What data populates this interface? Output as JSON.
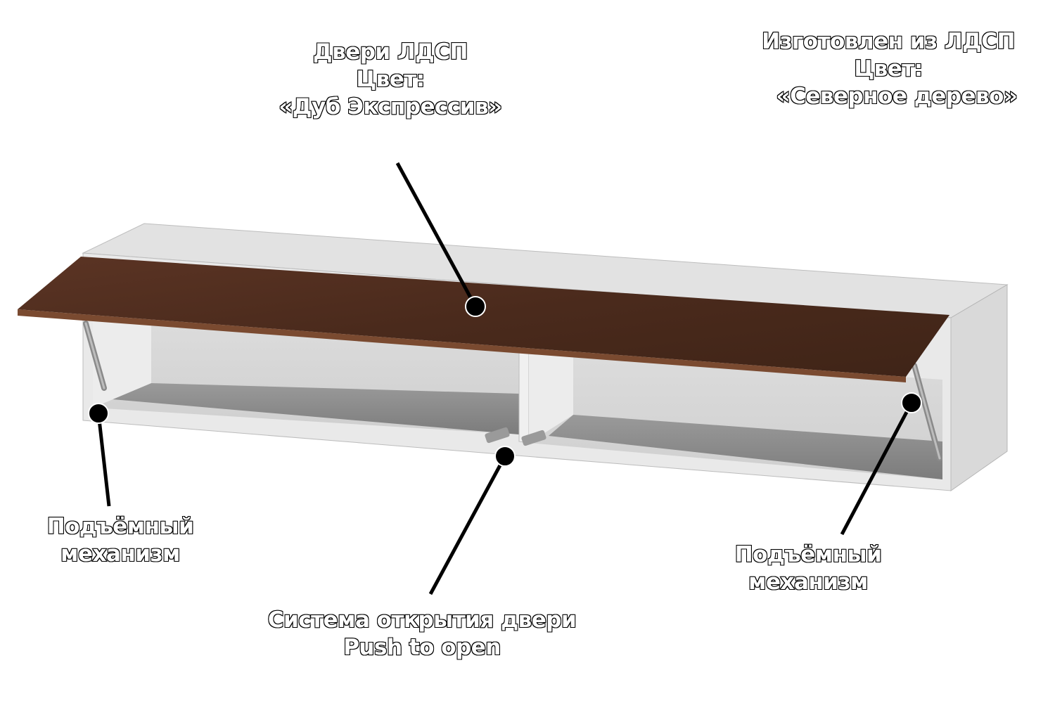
{
  "callouts": {
    "doors": {
      "line1": "Двери ЛДСП",
      "line2": "Цвет:",
      "line3": "«Дуб Экспрессив»"
    },
    "body": {
      "line1": "Изготовлен из ЛДСП",
      "line2": "Цвет:",
      "line3": "«Северное дерево»"
    },
    "lift_left": {
      "line1": "Подъёмный",
      "line2": "механизм"
    },
    "lift_right": {
      "line1": "Подъёмный",
      "line2": "механизм"
    },
    "push": {
      "line1": "Система открытия двери",
      "line2": "Push to open"
    }
  },
  "colors": {
    "door": "#4a2a1c",
    "door_edge": "#7a4a30",
    "body": "#e6e6e6",
    "body_side": "#d4d4d4",
    "interior": "#c8c8c8",
    "shelf_shadow": "#8c8c8c",
    "pointer": "#000000"
  }
}
